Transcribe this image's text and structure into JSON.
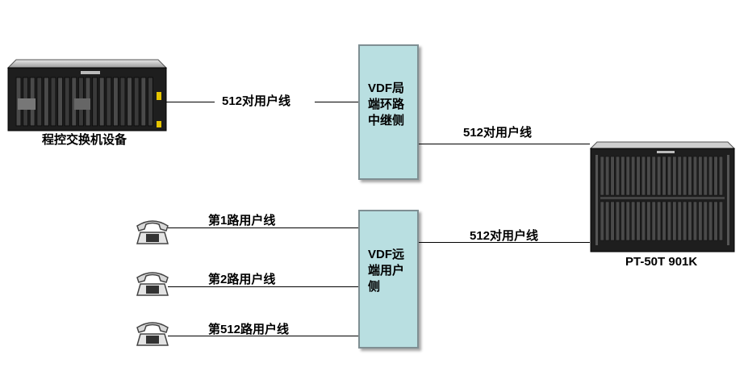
{
  "switch_device": {
    "label": "程控交换机设备"
  },
  "pt_device": {
    "label": "PT-50T 901K"
  },
  "vdf_central": {
    "label": "VDF局\n端环路\n中继侧"
  },
  "vdf_remote": {
    "label": "VDF远\n端用户\n侧"
  },
  "links": {
    "switch_to_vdf": "512对用户线",
    "vdf_central_to_pt": "512对用户线",
    "vdf_remote_to_pt": "512对用户线"
  },
  "user_lines": [
    {
      "label": "第1路用户线"
    },
    {
      "label": "第2路用户线"
    },
    {
      "label": "第512路用户线"
    }
  ],
  "colors": {
    "vdf_fill": "#b9dfe1",
    "vdf_border": "#7f8f93",
    "device_body": "#1e1e1e"
  }
}
